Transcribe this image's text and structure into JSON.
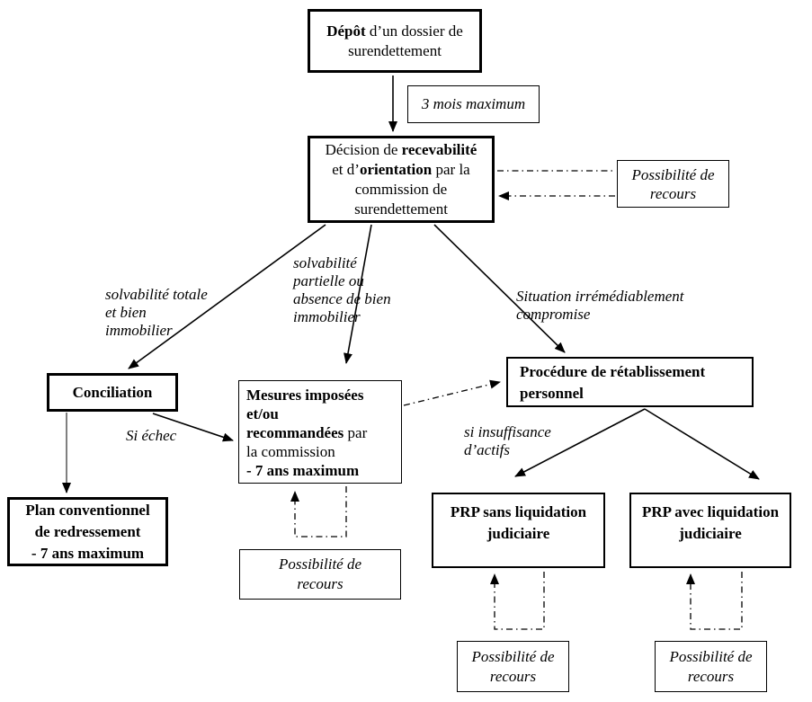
{
  "boxes": {
    "depot": {
      "l1_bold": "Dépôt",
      "l1_rest": " d’un dossier de",
      "l2": "surendettement"
    },
    "delai": {
      "label": "3 mois maximum"
    },
    "decision": {
      "l1a": "Décision de ",
      "l1b": "recevabilité",
      "l2a": "et d’",
      "l2b": "orientation",
      "l2c": " par la",
      "l3": "commission de",
      "l4": "surendettement"
    },
    "recours": {
      "label": "Possibilité de recours"
    },
    "conciliation": {
      "label": "Conciliation"
    },
    "mesures": {
      "l1": "Mesures imposées",
      "l2": "et/ou",
      "l3a": "recommandées",
      "l3b": " par",
      "l4": "la commission",
      "l5": "- 7 ans maximum"
    },
    "plan": {
      "l1": "Plan conventionnel",
      "l2": "de redressement",
      "l3": "- 7 ans maximum"
    },
    "procedure": {
      "l1": "Procédure de rétablissement",
      "l2": "personnel"
    },
    "prp_sans": {
      "l1": "PRP sans liquidation",
      "l2": "judiciaire"
    },
    "prp_avec": {
      "l1": "PRP avec liquidation",
      "l2": "judiciaire"
    }
  },
  "edge_labels": {
    "solvabilite_totale": "solvabilité totale et bien immobilier",
    "solvabilite_partielle": "solvabilité partielle ou absence de bien immobilier",
    "situation_compromise": "Situation irrémédiablement compromise",
    "si_echec": "Si échec",
    "insuffisance_actifs": "si insuffisance d’actifs"
  },
  "colors": {
    "line": "#000000",
    "gray_arrow": "#808080",
    "background": "#ffffff",
    "text": "#000000"
  }
}
